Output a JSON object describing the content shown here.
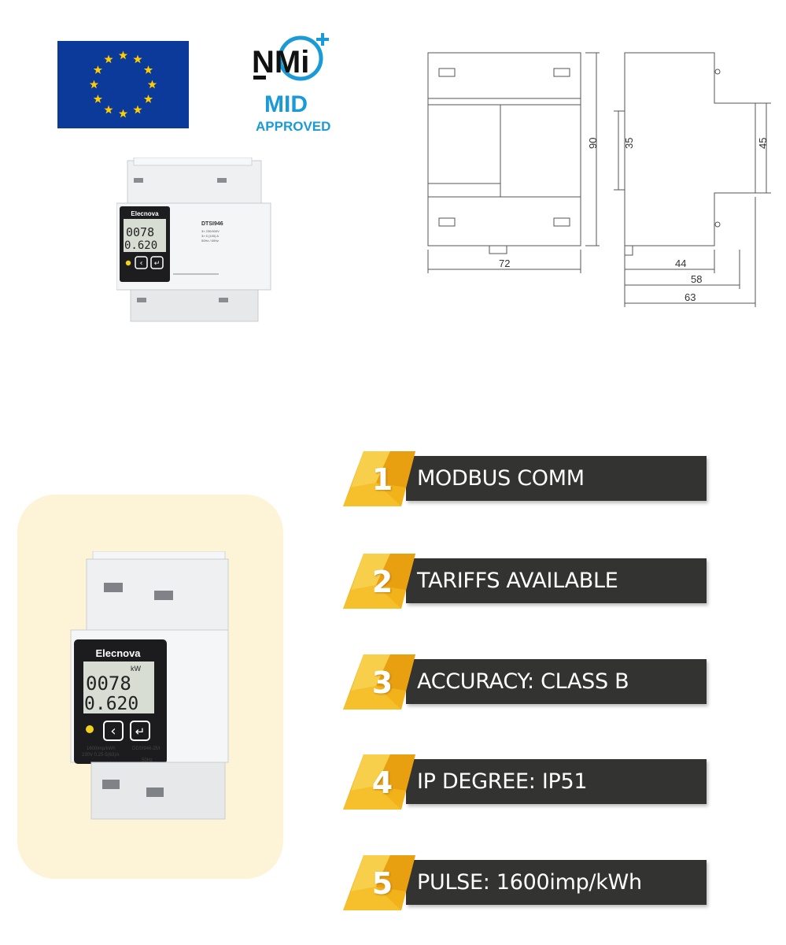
{
  "logos": {
    "eu_flag_icon": "eu-flag-icon",
    "nmi_text": "NMi",
    "mid_text": "MID",
    "approved_text": "APPROVED",
    "brand_color": "#1a9ad6"
  },
  "meter": {
    "brand": "Elecnova",
    "display_line1": "0078",
    "display_line2": "0.620",
    "display_unit": "kW",
    "small_model": "DTSI946",
    "small_spec_lines": [
      "3× 230/400V",
      "3× 5 (100) A",
      "50Hz / 60Hz"
    ],
    "large_pulse": "1600imp/kWh",
    "large_model": "DDSI946-ZM",
    "large_voltage": "230V 0.25-5(63)A",
    "large_freq": "50Hz"
  },
  "dimensions": {
    "width_front": "72",
    "height_front": "90",
    "window_height": "35",
    "side_rail": "45",
    "side_d1": "44",
    "side_d2": "58",
    "side_d3": "63"
  },
  "features": [
    {
      "num": "1",
      "label": "MODBUS COMM"
    },
    {
      "num": "2",
      "label": "TARIFFS AVAILABLE"
    },
    {
      "num": "3",
      "label": "ACCURACY: CLASS B"
    },
    {
      "num": "4",
      "label": "IP DEGREE: IP51"
    },
    {
      "num": "5",
      "label": "PULSE: 1600imp/kWh"
    }
  ],
  "colors": {
    "card_bg": "#fdf3d6",
    "bar_bg": "#333332",
    "badge_gold": "#f2b21a",
    "eu_blue": "#003399",
    "eu_star": "#ffcc00"
  }
}
